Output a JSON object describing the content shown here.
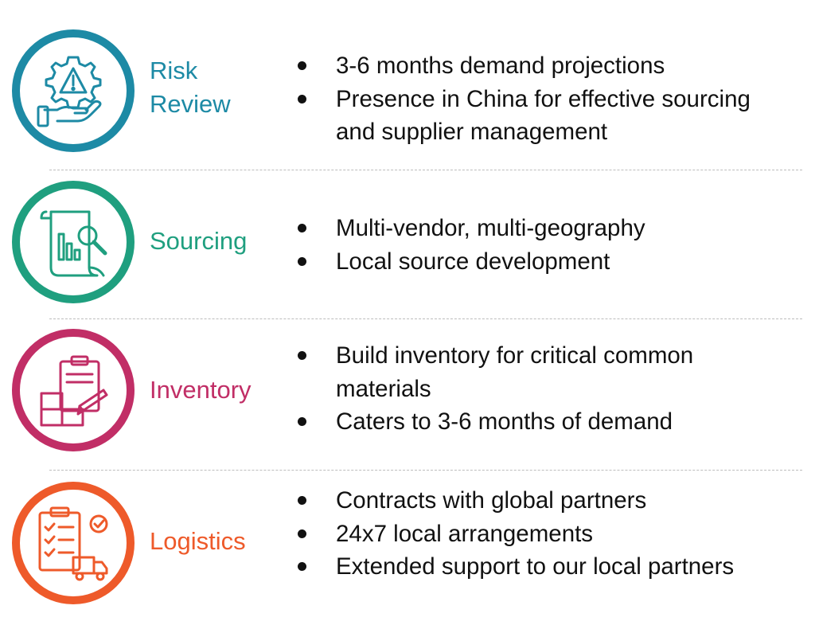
{
  "colors": {
    "risk": "#1D8AA5",
    "sourcing": "#1F9F7F",
    "inventory": "#C12E66",
    "logistics": "#EE5A2A"
  },
  "sections": [
    {
      "title": "Risk\nReview",
      "icon": "warning-gear-hand-icon",
      "bullets": [
        "3-6 months demand projections",
        "Presence in China for effective sourcing",
        "and supplier management"
      ]
    },
    {
      "title": "Sourcing",
      "icon": "document-chart-magnifier-icon",
      "bullets": [
        "Multi-vendor, multi-geography",
        "Local source development"
      ]
    },
    {
      "title": "Inventory",
      "icon": "clipboard-boxes-pencil-icon",
      "bullets": [
        "Build inventory for critical common",
        "materials",
        "Caters to 3-6 months of demand"
      ]
    },
    {
      "title": "Logistics",
      "icon": "checklist-truck-icon",
      "bullets": [
        "Contracts with global partners",
        "24x7 local arrangements",
        "Extended support to our local partners"
      ]
    }
  ]
}
